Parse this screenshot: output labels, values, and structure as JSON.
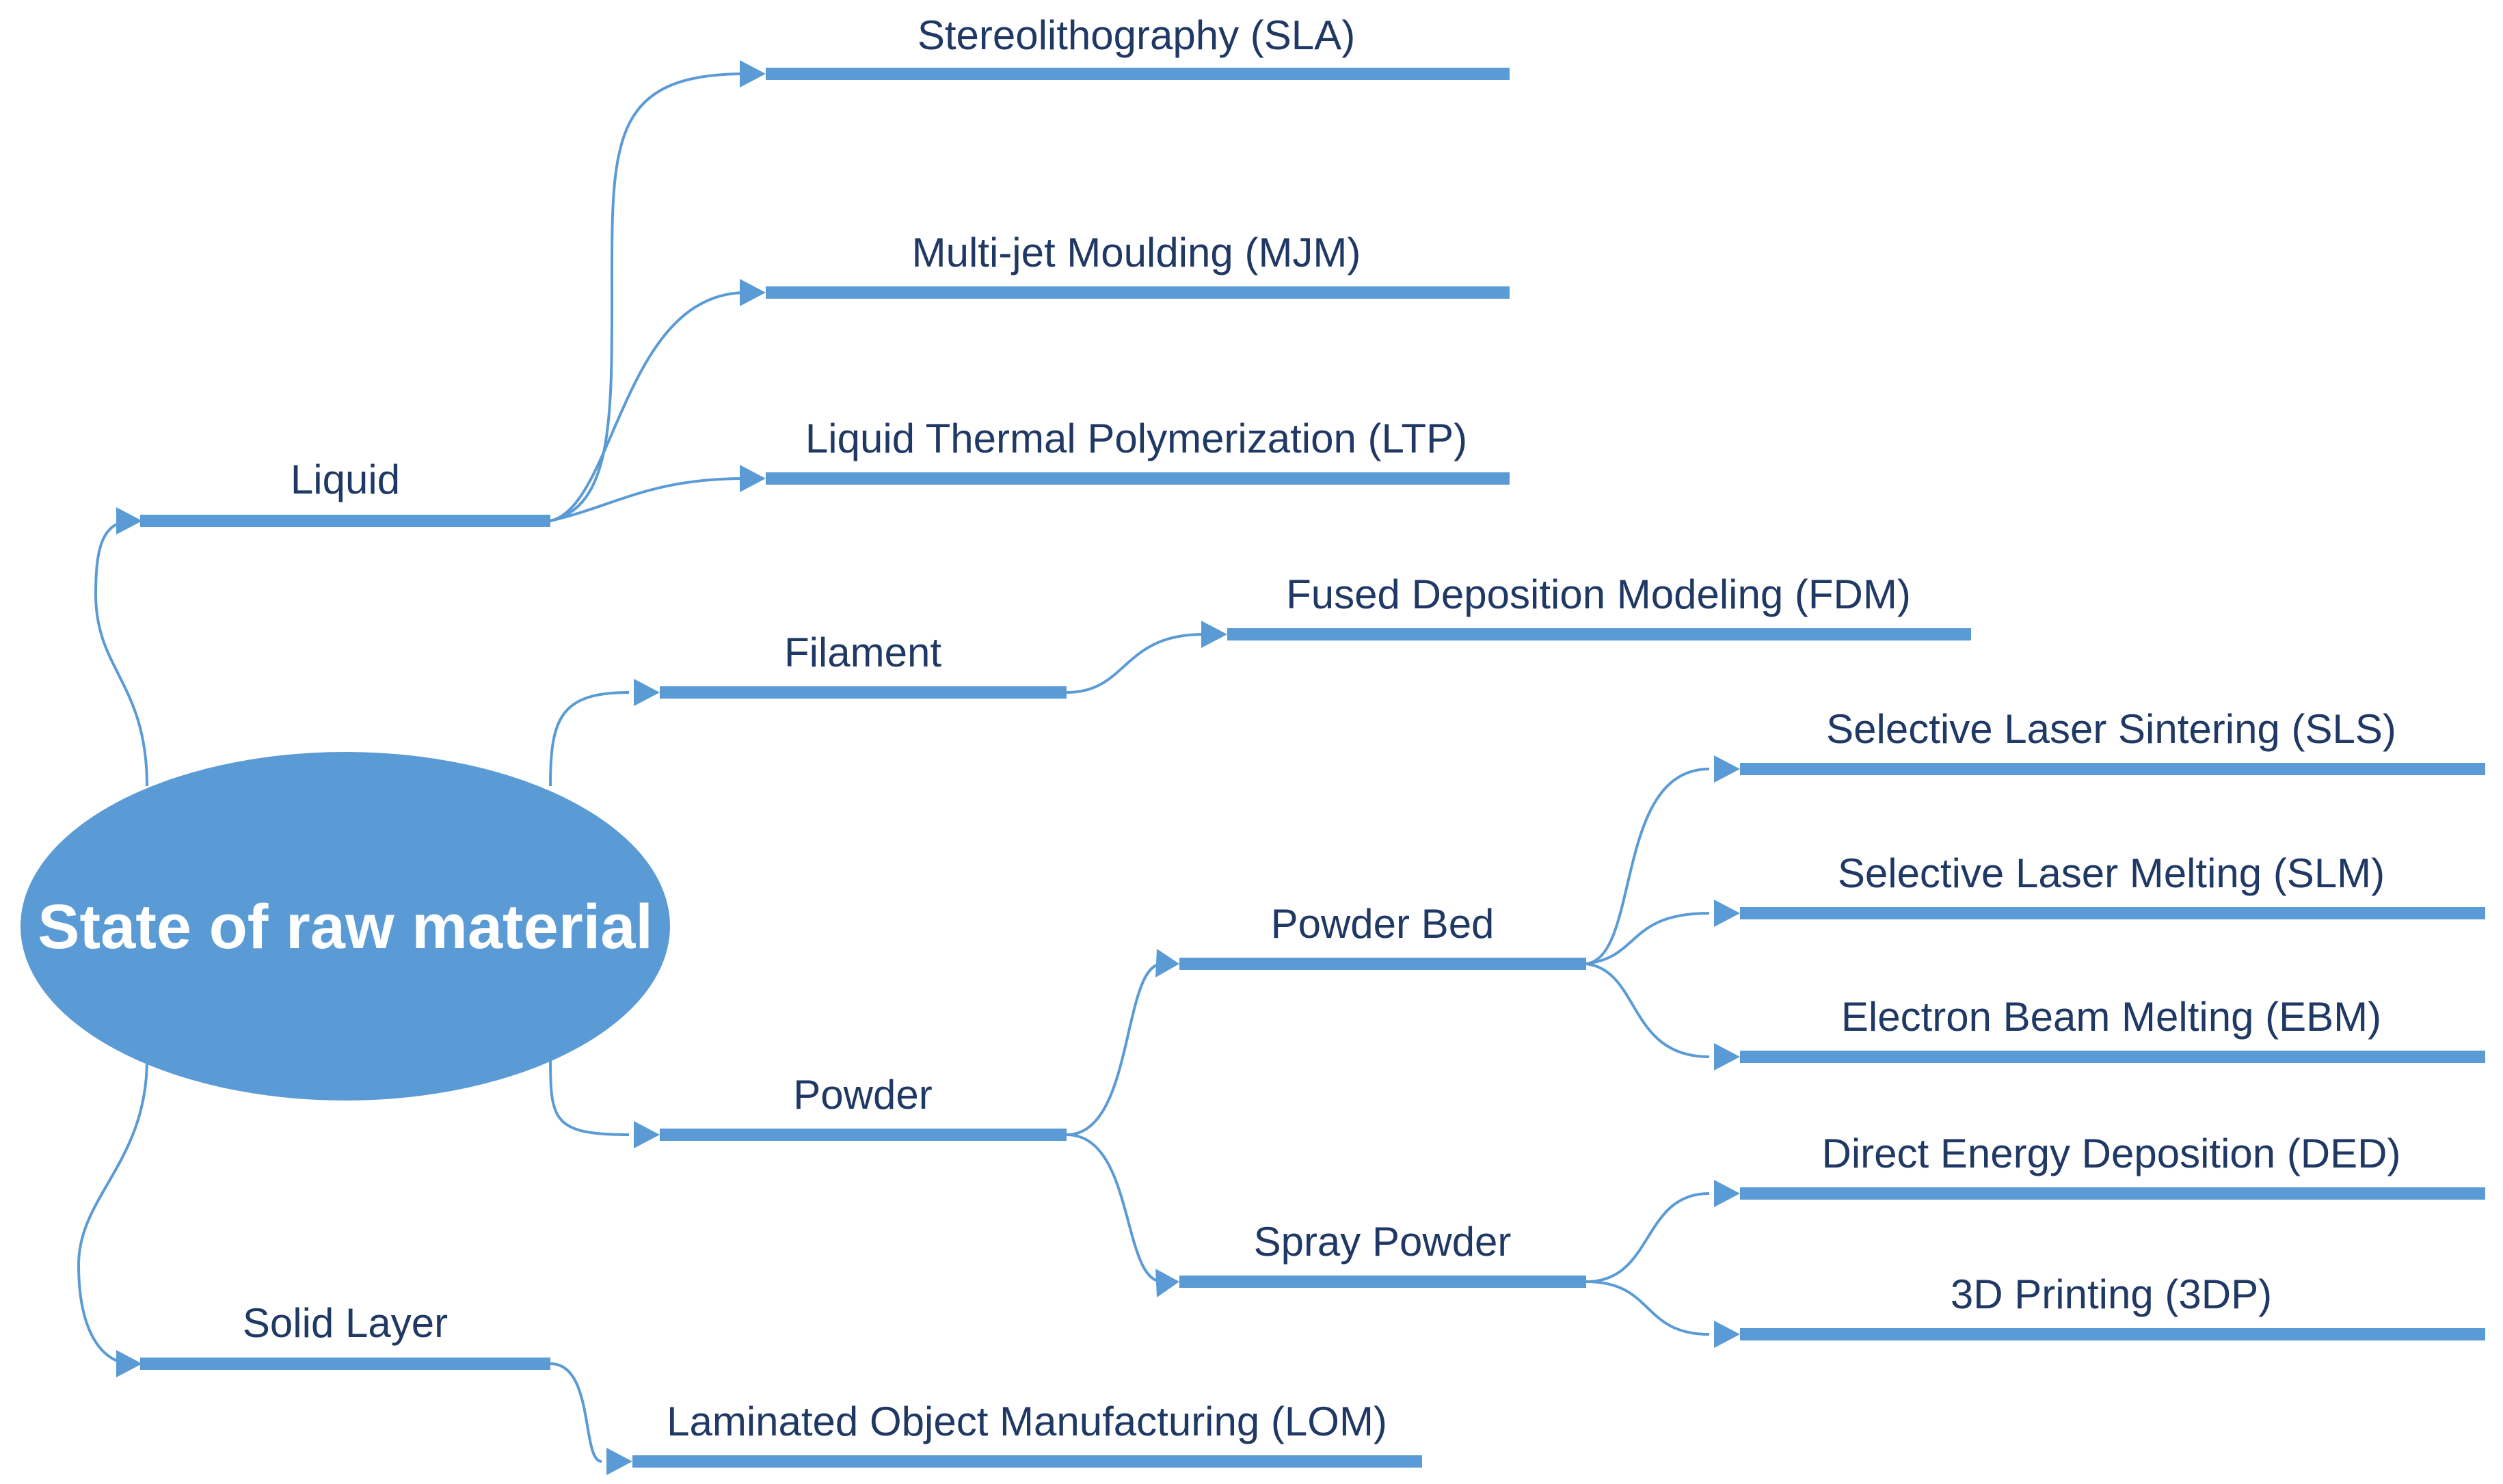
{
  "colors": {
    "accent": "#5b9bd5",
    "label_text": "#1f3864",
    "root_text": "#ffffff"
  },
  "root": {
    "label": "State of raw material"
  },
  "categories": {
    "liquid": "Liquid",
    "filament": "Filament",
    "powder": "Powder",
    "solid_layer": "Solid Layer"
  },
  "subcategories": {
    "powder_bed": "Powder Bed",
    "spray_powder": "Spray Powder"
  },
  "processes": {
    "sla": "Stereolithography (SLA)",
    "mjm": "Multi-jet Moulding (MJM)",
    "ltp": "Liquid Thermal Polymerization (LTP)",
    "fdm": "Fused Deposition Modeling (FDM)",
    "sls": "Selective Laser Sintering (SLS)",
    "slm": "Selective Laser Melting (SLM)",
    "ebm": "Electron Beam Melting (EBM)",
    "ded": "Direct Energy Deposition (DED)",
    "3dp": "3D Printing (3DP)",
    "lom": "Laminated Object Manufacturing (LOM)"
  }
}
